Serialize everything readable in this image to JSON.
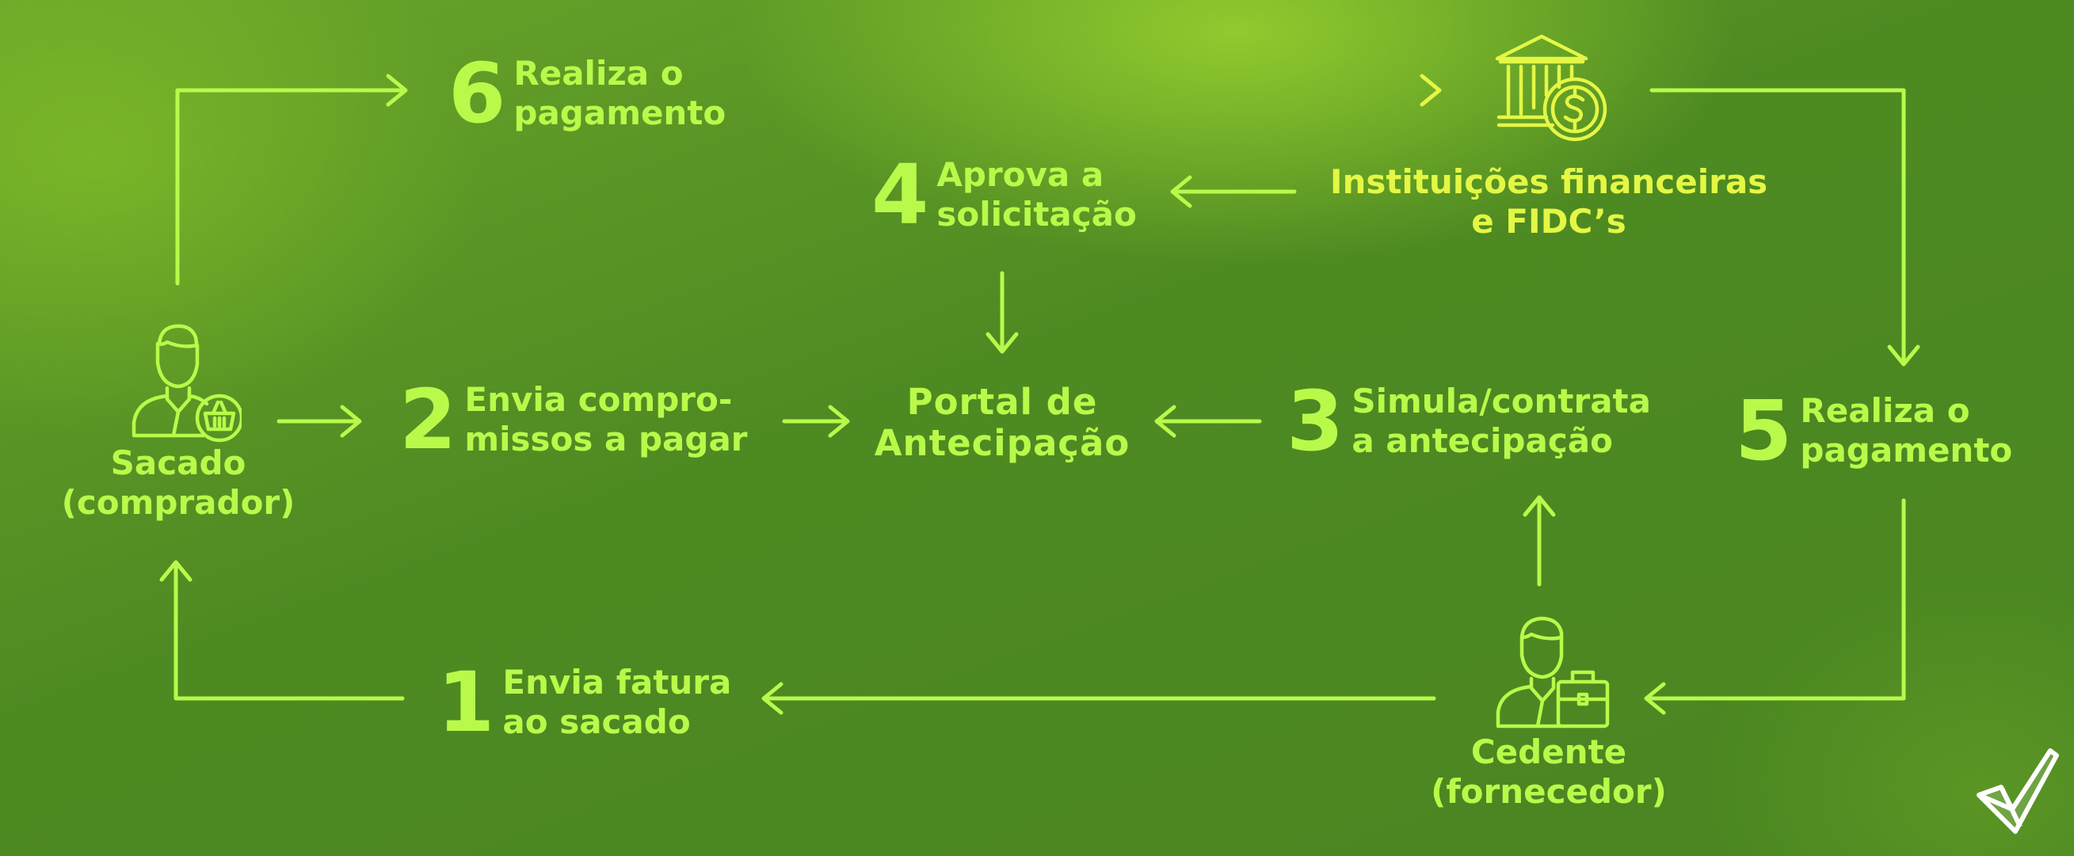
{
  "colors": {
    "accent": "#b9f94a",
    "accent_yellow": "#e4f744"
  },
  "actors": {
    "sacado": {
      "label": "Sacado\n(comprador)",
      "icon": "buyer-person-basket-icon"
    },
    "cedente": {
      "label": "Cedente\n(fornecedor)",
      "icon": "supplier-person-briefcase-icon"
    },
    "instituicoes": {
      "label": "Instituições financeiras\ne FIDC’s",
      "icon": "bank-coin-icon"
    },
    "portal": {
      "label": "Portal de\nAntecipação"
    }
  },
  "steps": [
    {
      "number": "1",
      "label": "Envia fatura\nao sacado"
    },
    {
      "number": "2",
      "label": "Envia compro-\nmissos a pagar"
    },
    {
      "number": "3",
      "label": "Simula/contrata\na antecipação"
    },
    {
      "number": "4",
      "label": "Aprova a\nsolicitação"
    },
    {
      "number": "5",
      "label": "Realiza o\npagamento"
    },
    {
      "number": "6",
      "label": "Realiza o\npagamento"
    }
  ],
  "logo": {
    "icon": "checkmark-logo-icon"
  }
}
